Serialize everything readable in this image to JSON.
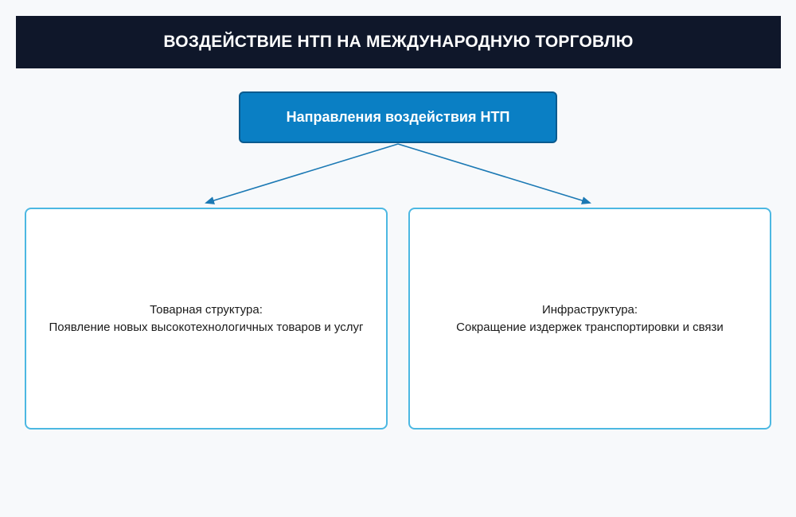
{
  "header": {
    "title": "ВОЗДЕЙСТВИЕ НТП НА МЕЖДУНАРОДНУЮ ТОРГОВЛЮ"
  },
  "root": {
    "label": "Направления воздействия НТП"
  },
  "children": [
    {
      "title": "Товарная структура:",
      "description": "Появление новых высокотехнологичных товаров и услуг"
    },
    {
      "title": "Инфраструктура:",
      "description": "Сокращение издержек транспортировки и связи"
    }
  ],
  "colors": {
    "header_bg": "#0f172a",
    "root_bg": "#0a7fc4",
    "box_border": "#4cb8e2",
    "connector": "#1b79b4"
  }
}
